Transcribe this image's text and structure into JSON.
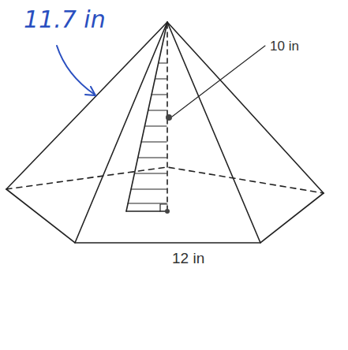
{
  "diagram": {
    "labels": [
      "11.7 in",
      "10 in",
      "12 in"
    ]
  }
}
